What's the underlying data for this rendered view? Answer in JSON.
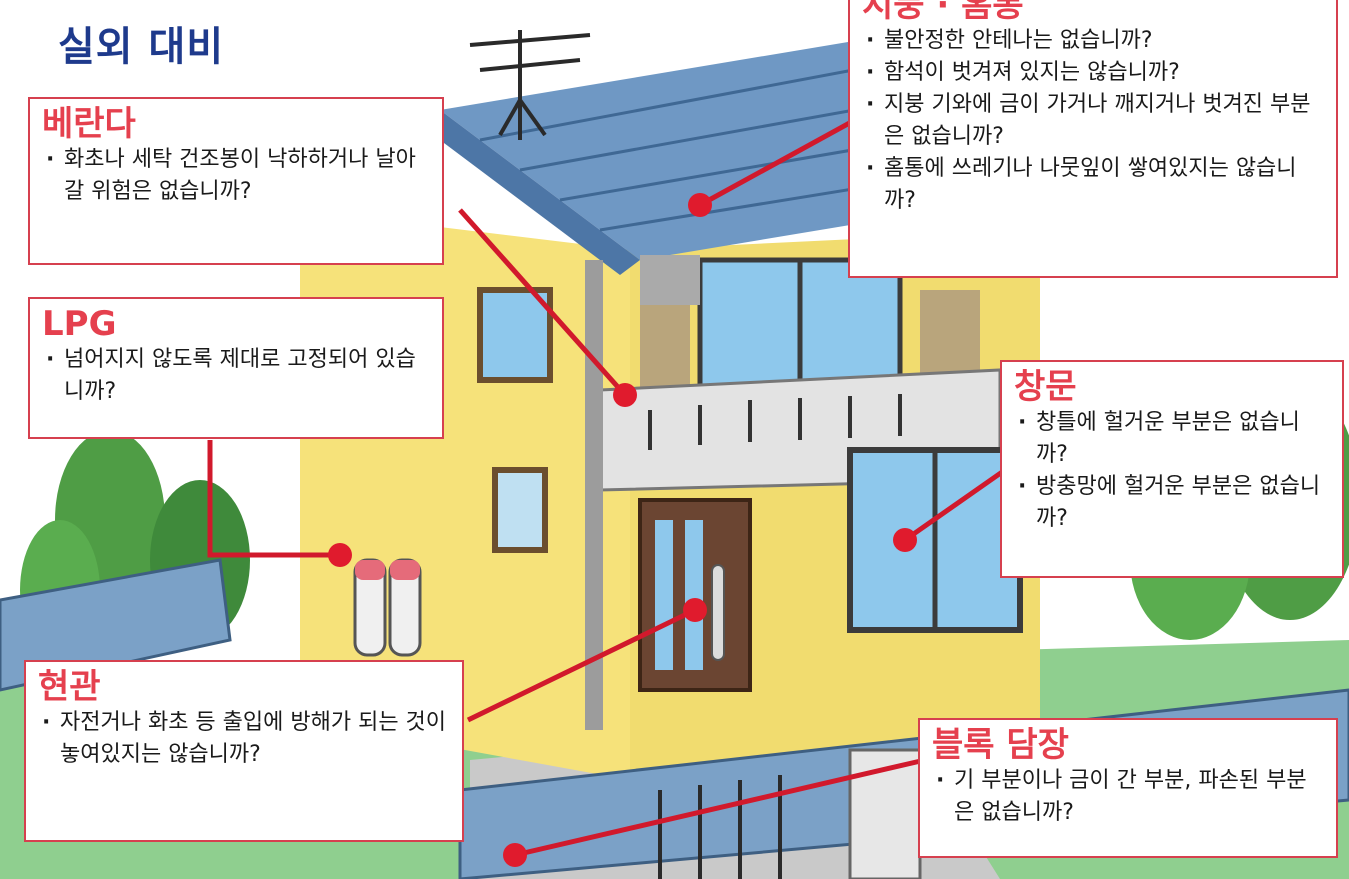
{
  "title": "실외 대비",
  "colors": {
    "accent": "#e5404e",
    "title_blue": "#1e3a8c",
    "pointer_red": "#e01b2d"
  },
  "callouts": {
    "veranda": {
      "title": "베란다",
      "items": [
        "화초나 세탁 건조봉이 낙하하거나 날아갈 위험은 없습니까?"
      ]
    },
    "lpg": {
      "title": "LPG",
      "items": [
        "넘어지지 않도록 제대로 고정되어 있습니까?"
      ]
    },
    "entrance": {
      "title": "현관",
      "items": [
        "자전거나 화초 등 출입에 방해가 되는 것이 놓여있지는 않습니까?"
      ]
    },
    "roof": {
      "title": "지붕 · 홈통",
      "items": [
        "불안정한 안테나는 없습니까?",
        "함석이 벗겨져 있지는 않습니까?",
        "지붕 기와에 금이 가거나 깨지거나 벗겨진 부분은 없습니까?",
        "홈통에 쓰레기나 나뭇잎이 쌓여있지는 않습니까?"
      ]
    },
    "window": {
      "title": "창문",
      "items": [
        "창틀에 헐거운 부분은 없습니까?",
        "방충망에 헐거운 부분은 없습니까?"
      ]
    },
    "block_wall": {
      "title": "블록 담장",
      "items": [
        "기 부분이나 금이 간 부분, 파손된 부분은 없습니까?"
      ]
    }
  }
}
